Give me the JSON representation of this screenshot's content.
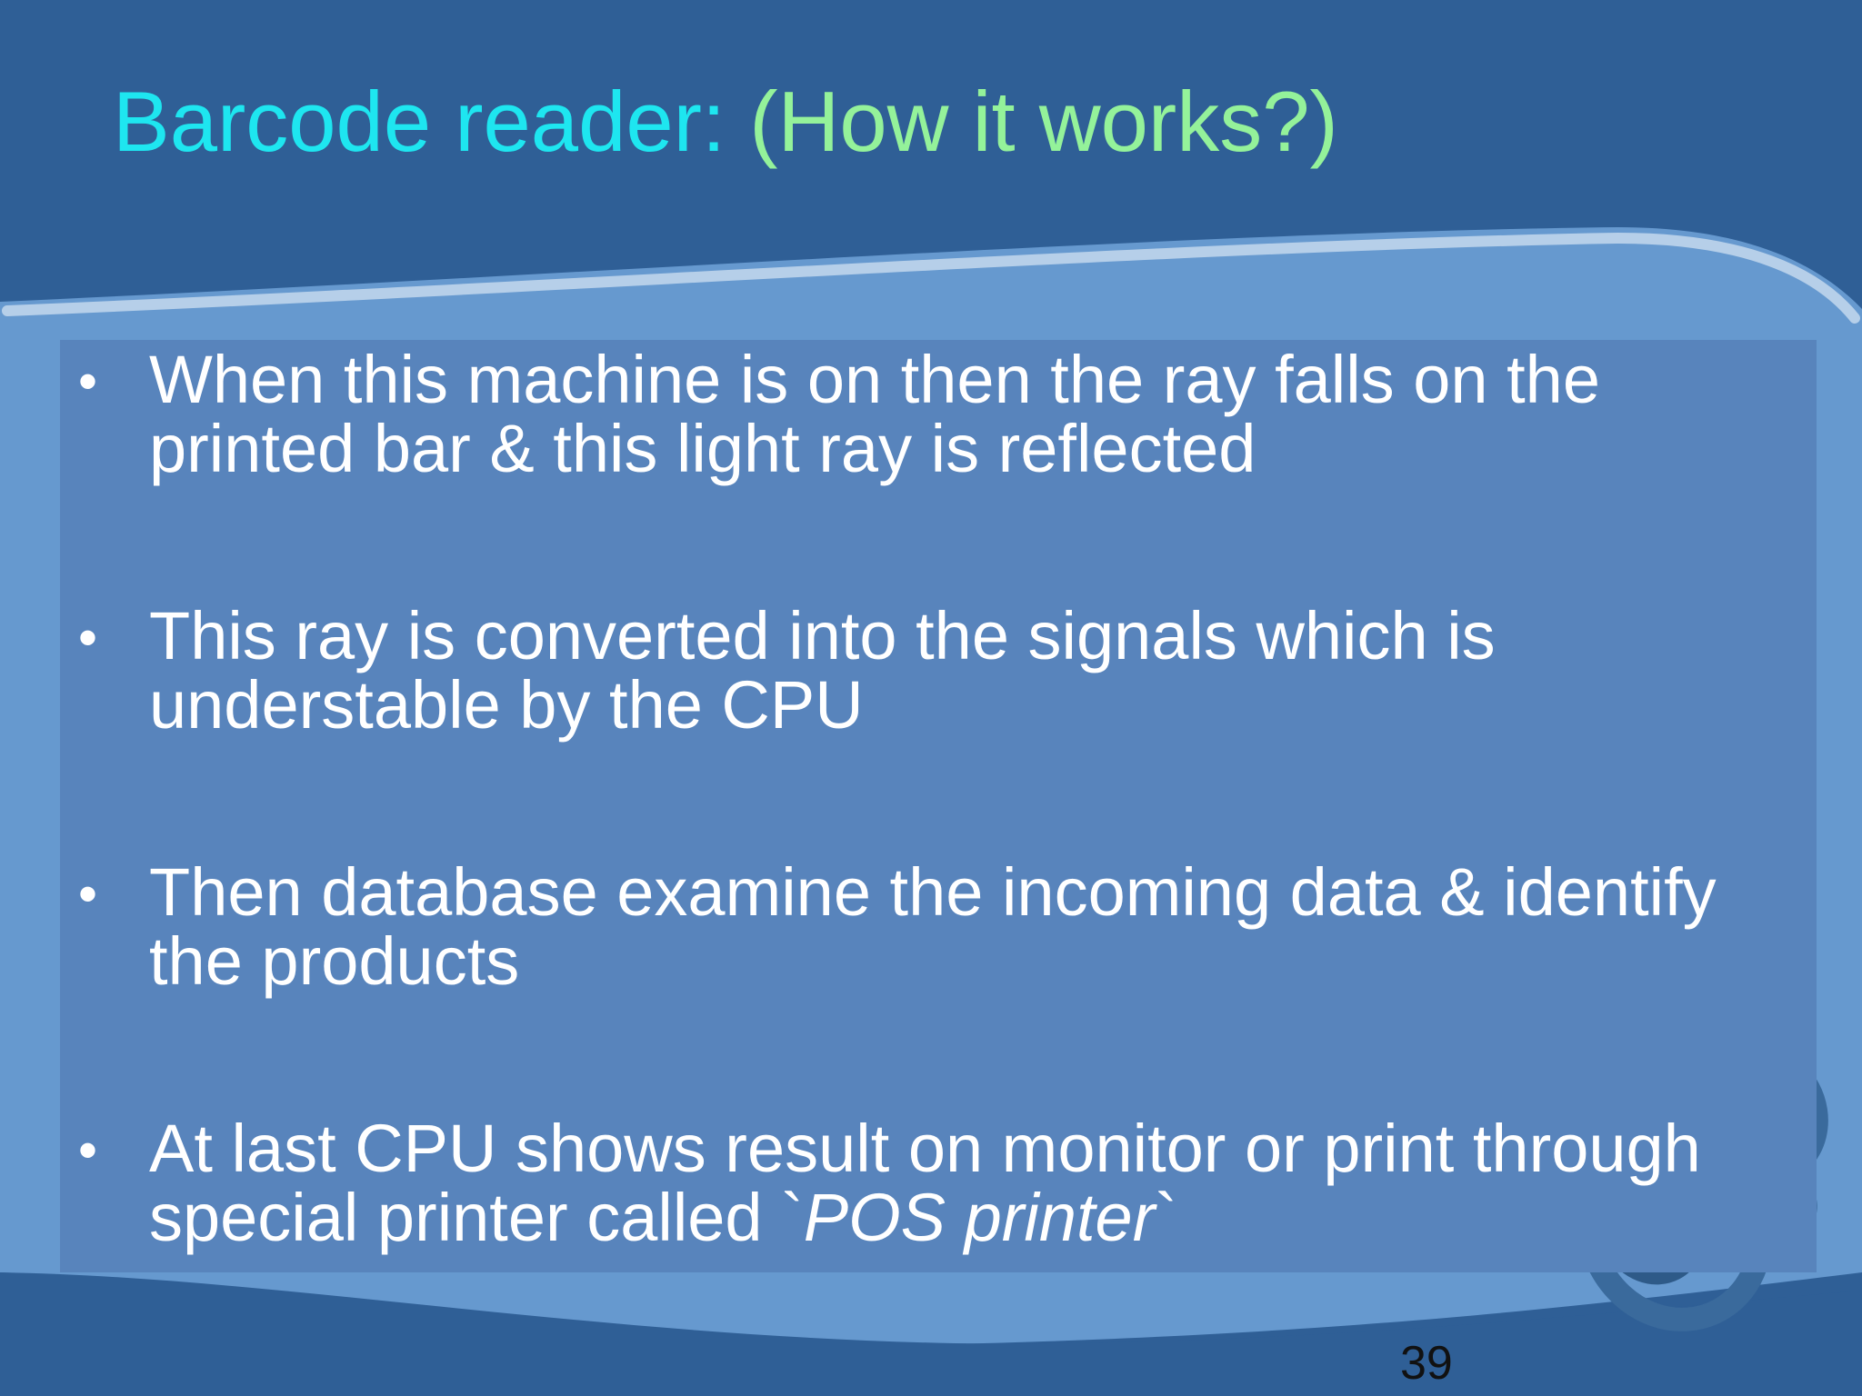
{
  "slide": {
    "title_main": "Barcode reader: ",
    "title_sub": "(How it works?)",
    "bullets": [
      {
        "text": "When this machine is on then the ray falls on the printed bar & this light ray is reflected"
      },
      {
        "text": "This ray is converted into the signals which is understable by the CPU"
      },
      {
        "text": "Then database examine the incoming data & identify the products"
      },
      {
        "text_before": "At last CPU shows result on monitor or print through special printer called `",
        "text_italic": "POS printer",
        "text_after": "`"
      }
    ],
    "bullet_glyph": "•",
    "page_number": "39"
  },
  "colors": {
    "background_dark": "#2f5f96",
    "background_light": "#6699cf",
    "content_box": "#5884bc",
    "title_main": "#1ee6f0",
    "title_sub": "#94f29a",
    "body_text": "#ffffff",
    "rings": "#3c6c9e"
  },
  "decorations": {
    "ring-icon": "concentric-rings"
  }
}
